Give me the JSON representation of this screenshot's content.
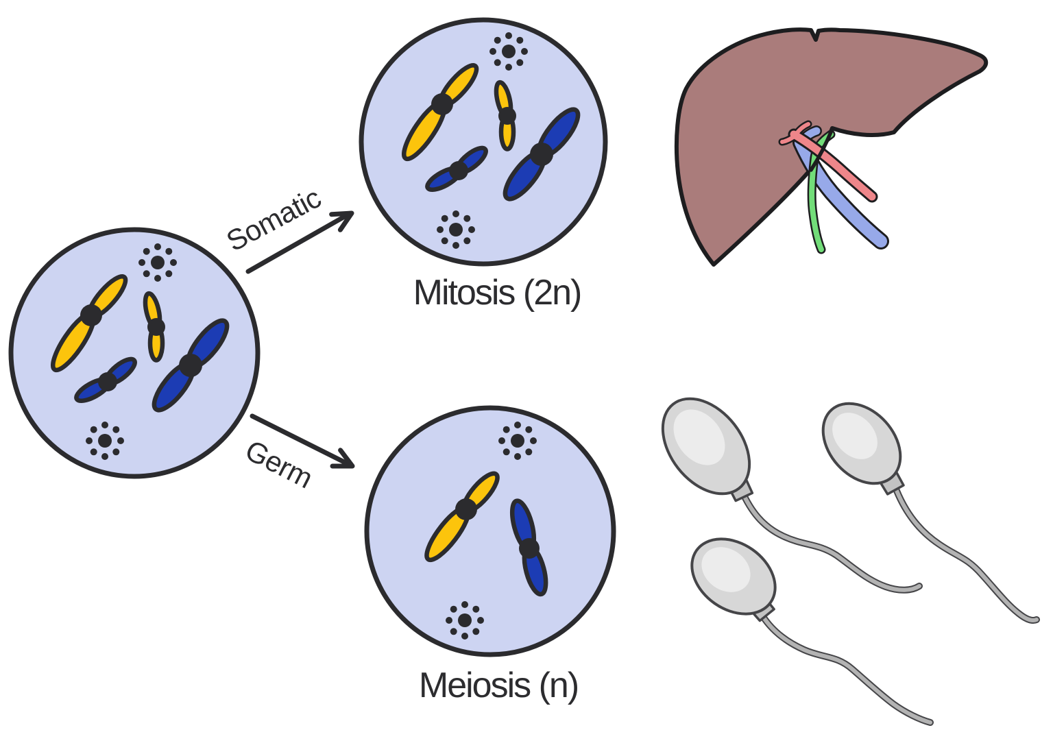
{
  "labels": {
    "somatic": "Somatic",
    "germ": "Germ",
    "mitosis": "Mitosis (2n)",
    "meiosis": "Meiosis (n)"
  },
  "figure": {
    "parent_cell_chromosomes": [
      "large yellow",
      "small yellow",
      "small blue",
      "large blue"
    ],
    "mitosis_cell_chromosomes": [
      "large yellow",
      "small yellow",
      "small blue",
      "large blue"
    ],
    "meiosis_cell_chromosomes": [
      "large yellow",
      "large blue"
    ],
    "centrosomes_per_cell": 2,
    "somatic_result_illustration": "liver",
    "germ_result_illustration": "three sperm cells"
  },
  "colors": {
    "background": "#ffffff",
    "cell_fill": "#cdd4f2",
    "outline": "#2b2b2e",
    "chr_yellow": "#fcc40c",
    "chr_blue": "#1c3cb4",
    "text": "#2c2c2f",
    "ink": "#1d1d1f",
    "liver": "#aa7c7b",
    "artery": "#ee868a",
    "vein": "#97a9e9",
    "bile": "#72dd79",
    "sperm_head": "#d7d7d7",
    "sperm_inner": "#ececec",
    "sperm_collar": "#c3c3c3",
    "sperm_tail": "#b3b3b3",
    "sperm_outline": "#454548"
  }
}
